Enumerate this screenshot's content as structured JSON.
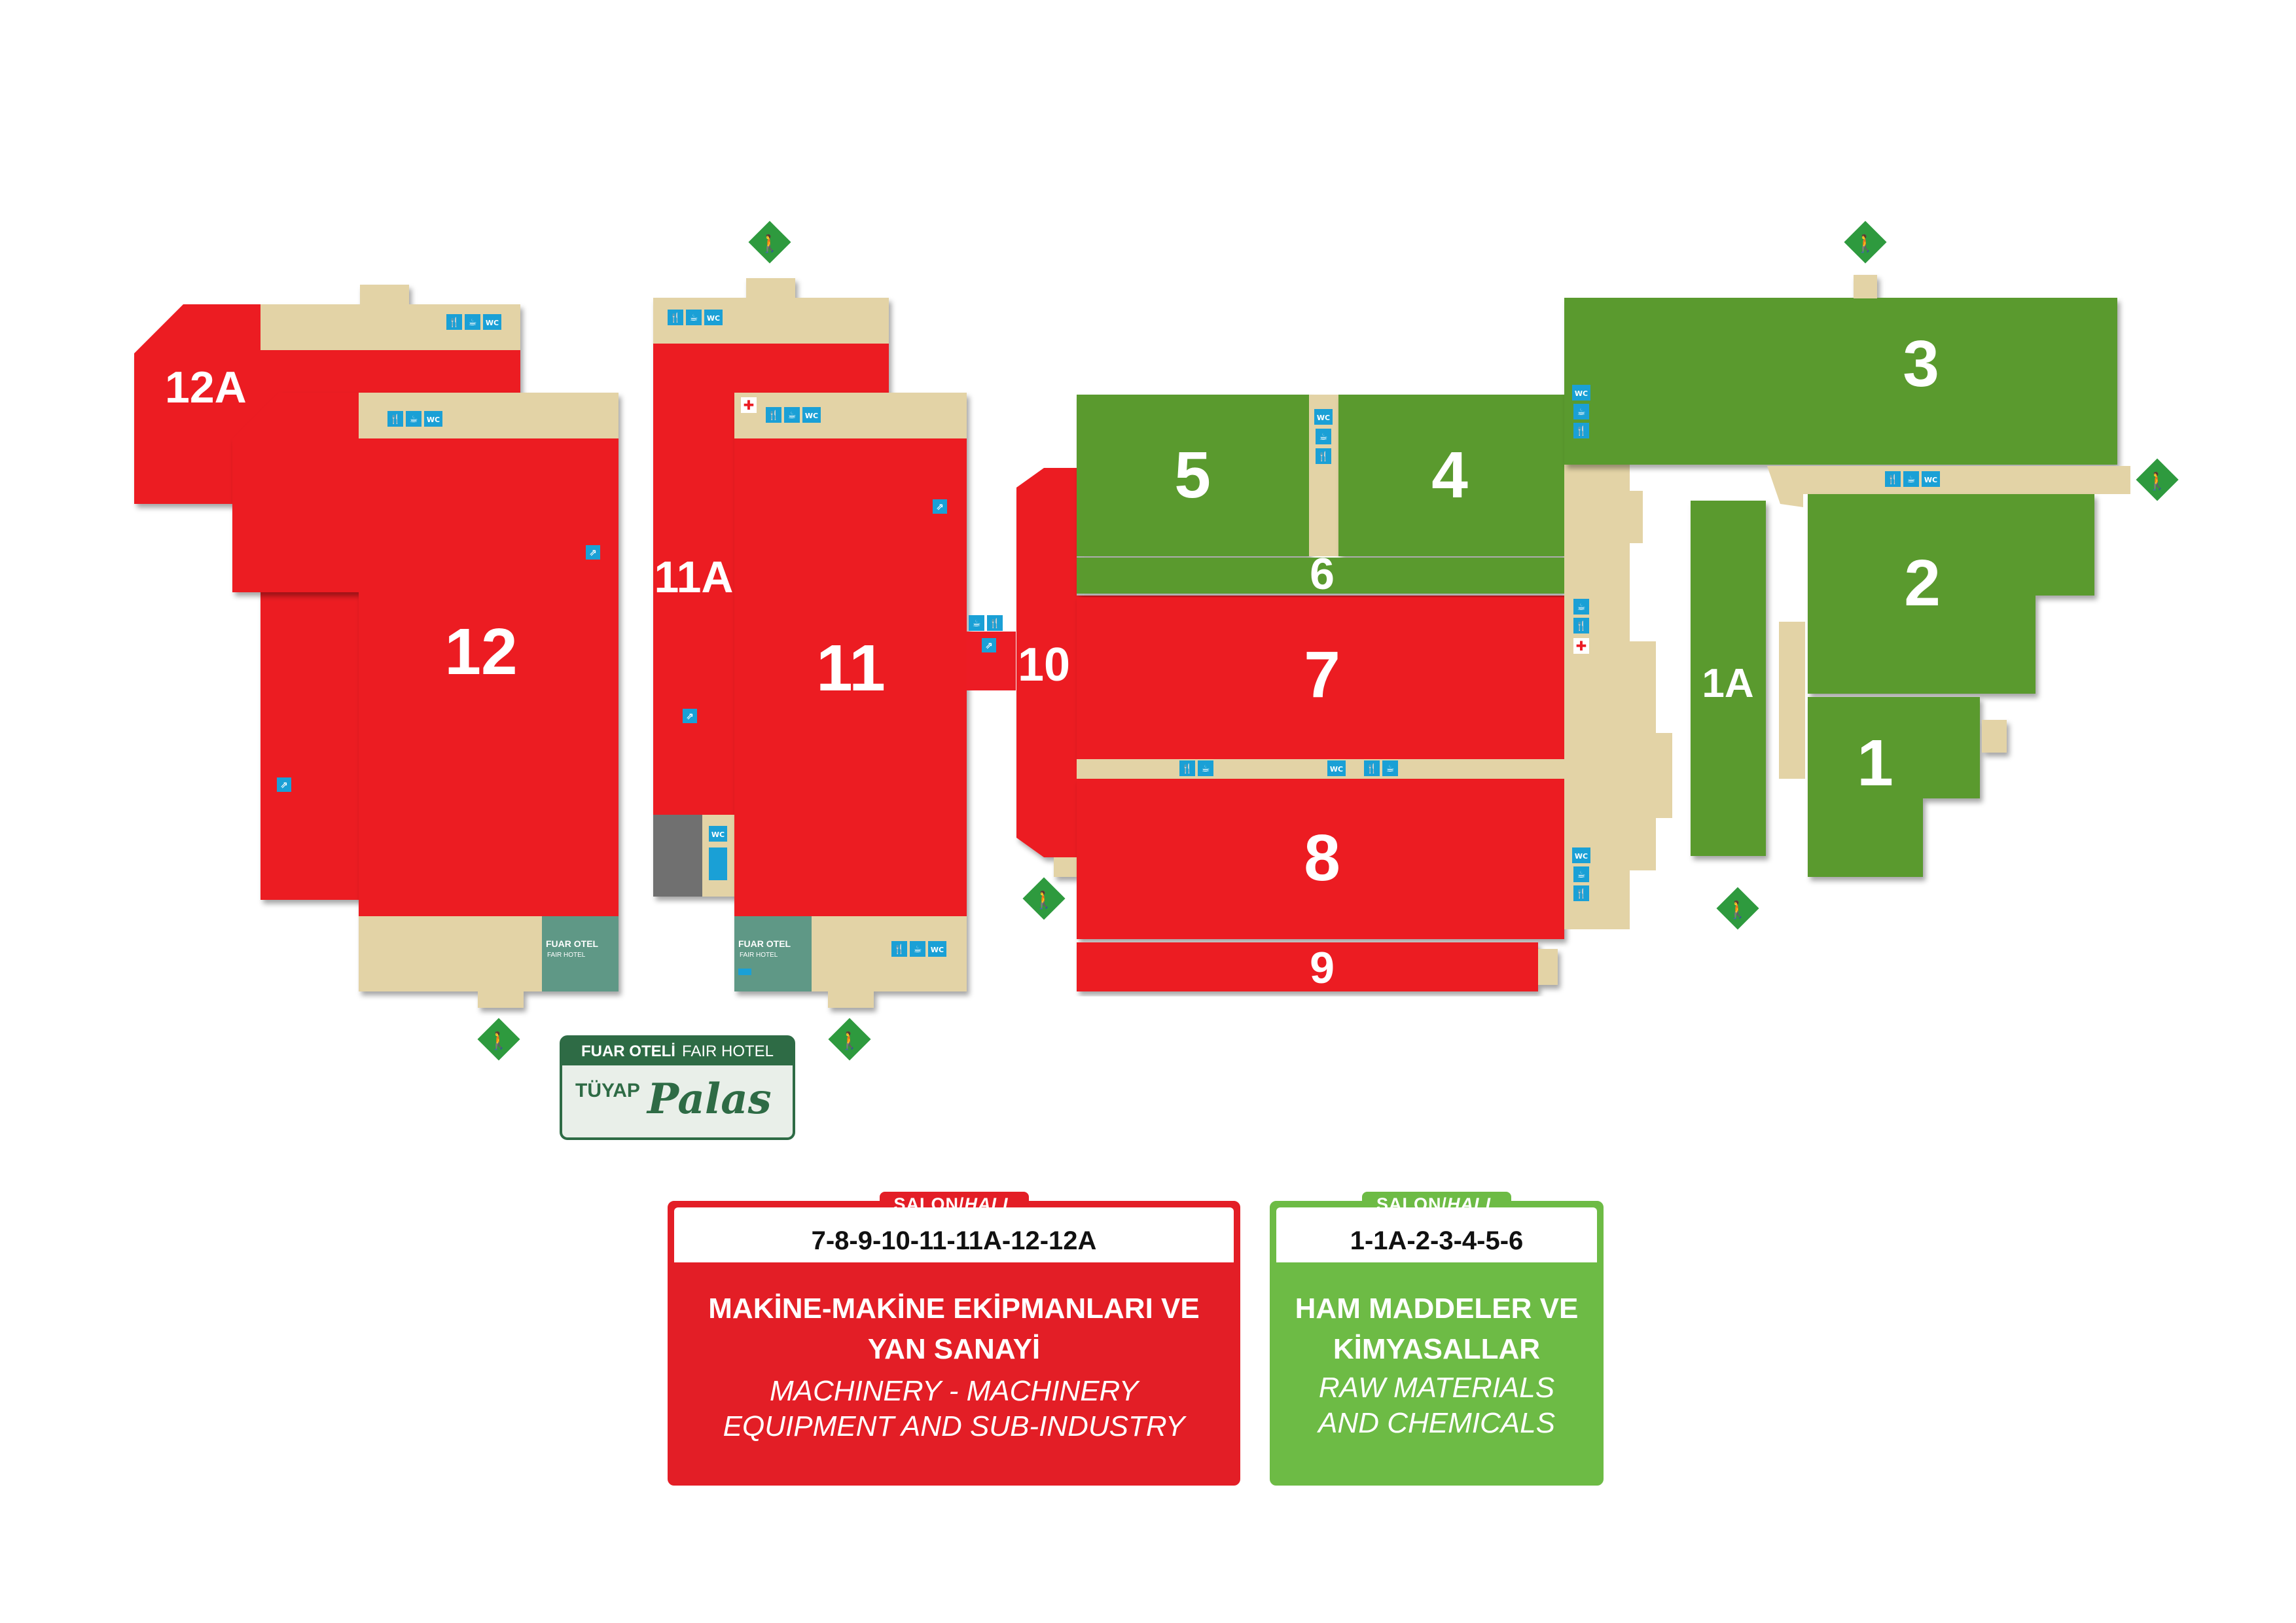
{
  "map": {
    "halls": {
      "h12a": "12A",
      "h12": "12",
      "h11a": "11A",
      "h11": "11",
      "h10": "10",
      "h5": "5",
      "h4": "4",
      "h6": "6",
      "h7": "7",
      "h8": "8",
      "h9": "9",
      "h3": "3",
      "h2": "2",
      "h1a": "1A",
      "h1": "1"
    },
    "fair_hotel_label": "FUAR OTEL",
    "fair_hotel_label_en": "FAIR HOTEL",
    "icon_labels": {
      "wc": "WC",
      "restaurant": "🍴",
      "cafe": "☕",
      "first_aid": "✚",
      "escalator": "⇗",
      "exit": "🚶"
    },
    "colors": {
      "red_hall": "#ec1c24",
      "green_hall": "#5a9a2e",
      "corridor": "#e3d3a6",
      "facility_blue": "#1aa0d6",
      "hotel_teal": "#5f9886",
      "grey_block": "#707070"
    }
  },
  "hotel_logo": {
    "line1_bold": "FUAR OTELİ",
    "line1": "FAIR HOTEL",
    "brand": "TÜYAP",
    "script": "Palas"
  },
  "legend_red": {
    "tag_tr": "SALON/",
    "tag_en": "HALL",
    "halls": "7-8-9-10-11-11A-12-12A",
    "title_tr": "MAKİNE-MAKİNE EKİPMANLARI VE YAN SANAYİ",
    "title_en": "MACHINERY  - MACHINERY EQUIPMENT AND SUB-INDUSTRY",
    "color": "#e31e26"
  },
  "legend_green": {
    "tag_tr": "SALON/",
    "tag_en": "HALL",
    "halls": "1-1A-2-3-4-5-6",
    "title_tr": "HAM MADDELER VE KİMYASALLAR",
    "title_en": "RAW MATERIALS AND CHEMICALS",
    "color": "#6dbb45"
  }
}
